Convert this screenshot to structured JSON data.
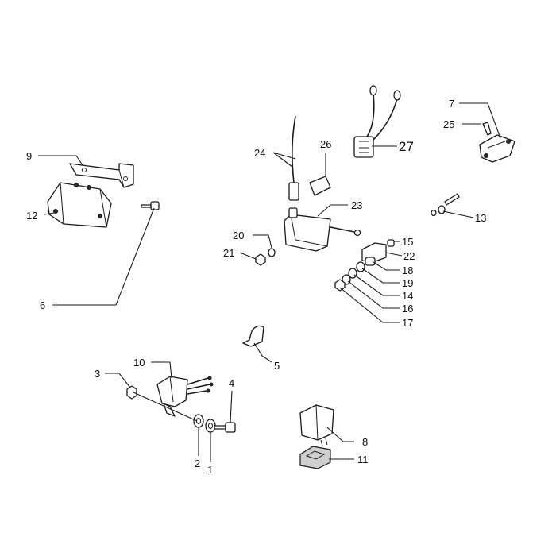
{
  "callouts": {
    "c1": "1",
    "c2": "2",
    "c3": "3",
    "c4": "4",
    "c5": "5",
    "c6": "6",
    "c7": "7",
    "c8": "8",
    "c9": "9",
    "c10": "10",
    "c11": "11",
    "c12": "12",
    "c13": "13",
    "c14": "14",
    "c15": "15",
    "c16": "16",
    "c17": "17",
    "c18": "18",
    "c19": "19",
    "c20": "20",
    "c21": "21",
    "c22": "22",
    "c23": "23",
    "c24": "24",
    "c25": "25",
    "c26": "26",
    "c27": "27"
  },
  "colors": {
    "line": "#1a1a1a",
    "background": "#ffffff",
    "shade": "#cfcfcf"
  }
}
